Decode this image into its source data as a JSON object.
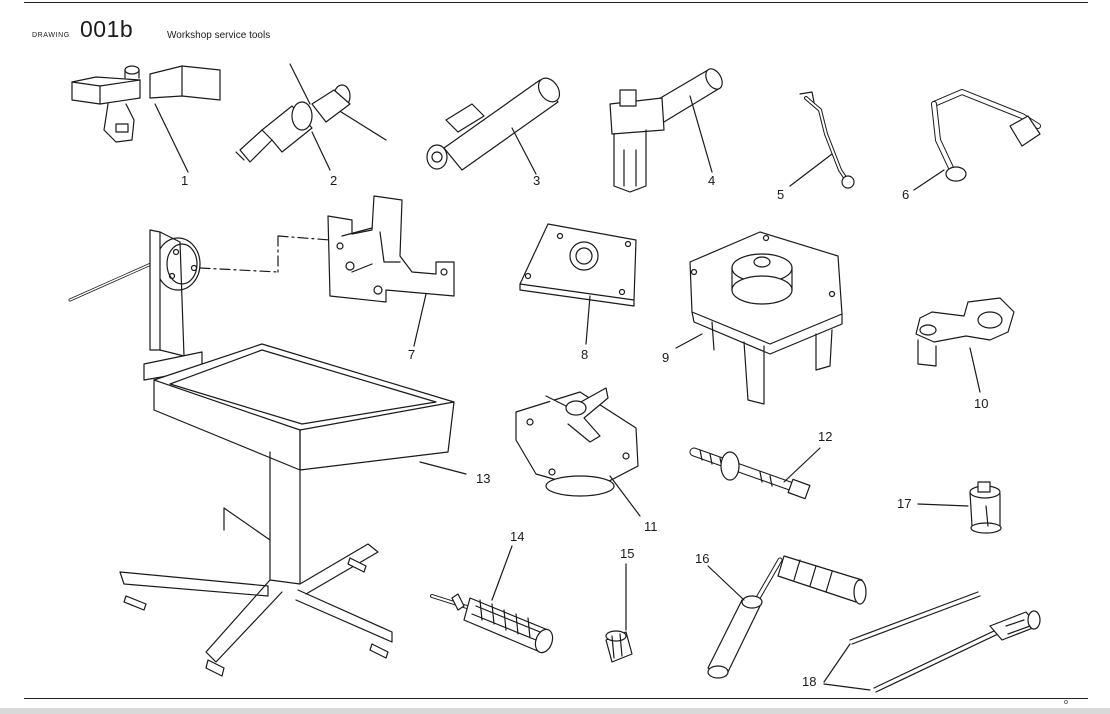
{
  "header": {
    "kind": "DRAWING",
    "code": "001b",
    "title": "Workshop service tools"
  },
  "footer": {
    "page_mark": "o"
  },
  "callouts": [
    "1",
    "2",
    "3",
    "4",
    "5",
    "6",
    "7",
    "8",
    "9",
    "10",
    "11",
    "12",
    "13",
    "14",
    "15",
    "16",
    "17",
    "18"
  ],
  "colors": {
    "line": "#1a1a1a",
    "paper": "#ffffff",
    "band": "#d9d9d9"
  }
}
